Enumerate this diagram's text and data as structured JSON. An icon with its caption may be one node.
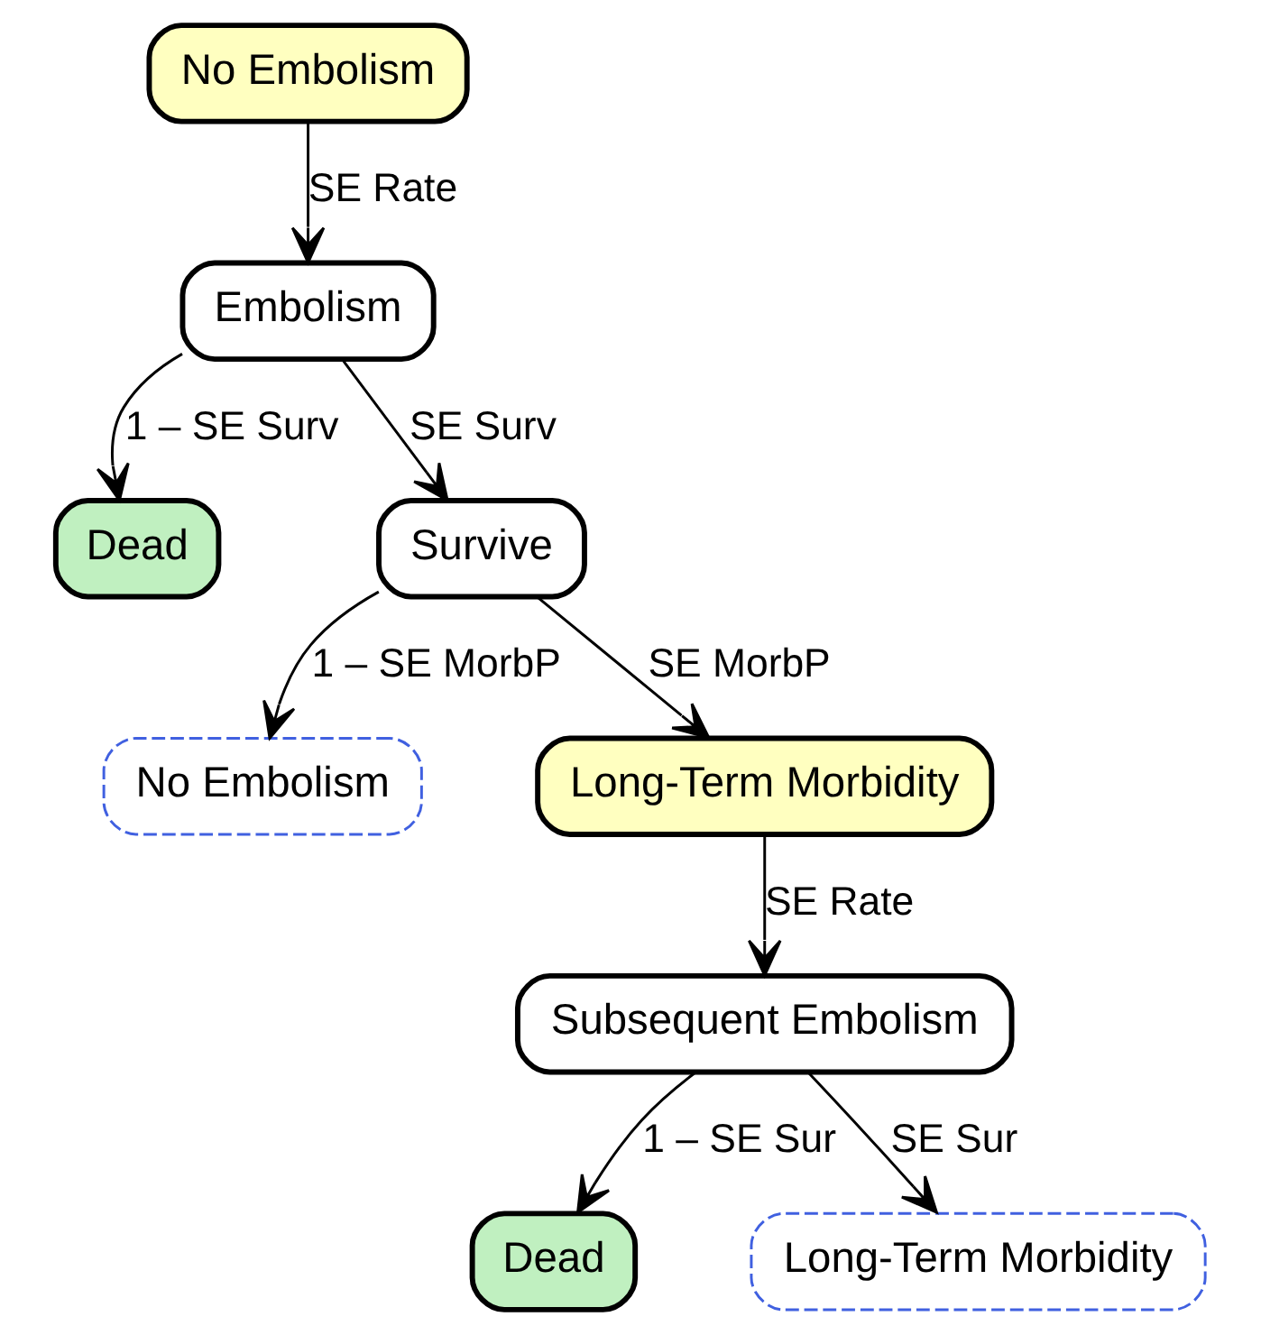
{
  "diagram": {
    "nodes": [
      {
        "text": [
          "No Embolism"
        ]
      },
      {
        "text": [
          "Embolism"
        ]
      },
      {
        "text": [
          "Dead"
        ]
      },
      {
        "text": [
          "Survive"
        ]
      },
      {
        "text": [
          "No Embolism"
        ]
      },
      {
        "text": [
          "Long-Term Morbidity"
        ]
      },
      {
        "text": [
          "Subsequent Embolism"
        ]
      },
      {
        "text": [
          "Dead"
        ]
      },
      {
        "text": [
          "Long-Term Morbidity"
        ]
      }
    ],
    "edges": [
      {
        "from": 0,
        "to": 1,
        "arrow": "to",
        "label": "SE Rate"
      },
      {
        "from": 1,
        "to": 2,
        "arrow": "to",
        "label": "1 – SE Surv"
      },
      {
        "from": 1,
        "to": 3,
        "arrow": "to",
        "label": "SE Surv"
      },
      {
        "from": 3,
        "to": 4,
        "arrow": "to",
        "label": "1 – SE MorbP"
      },
      {
        "from": 3,
        "to": 5,
        "arrow": "to",
        "label": "SE MorbP"
      },
      {
        "from": 5,
        "to": 6,
        "arrow": "to",
        "label": "SE Rate"
      },
      {
        "from": 6,
        "to": 7,
        "arrow": "to",
        "label": "1 – SE Sur"
      },
      {
        "from": 6,
        "to": 8,
        "arrow": "to",
        "label": "SE Sur"
      }
    ]
  }
}
